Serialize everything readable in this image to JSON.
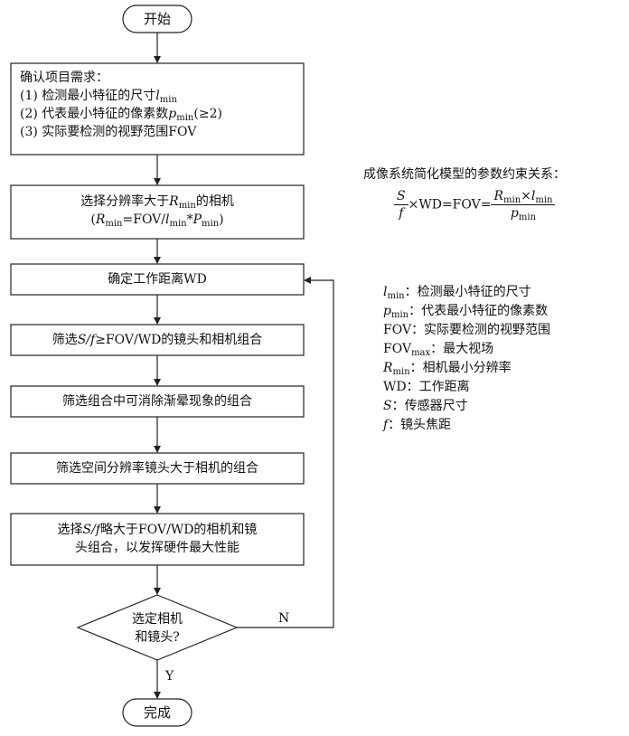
{
  "start_label": "开始",
  "end_label": "完成",
  "step1": {
    "title": "确认项目需求：",
    "item1_prefix": "(1) 检测最小特征的尺寸",
    "item1_var": "l",
    "item1_sub": "min",
    "item2_prefix": "(2) 代表最小特征的像素数",
    "item2_var": "p",
    "item2_sub": "min",
    "item2_suffix": "(≥2)",
    "item3": "(3) 实际要检测的视野范围FOV"
  },
  "step2": {
    "line1_prefix": "选择分辨率大于",
    "line1_var": "R",
    "line1_sub": "min",
    "line1_suffix": "的相机",
    "line2_open": "(",
    "line2_var1": "R",
    "line2_sub1": "min",
    "line2_mid": "=FOV/",
    "line2_var2": "l",
    "line2_sub2": "min",
    "line2_star": "*",
    "line2_var3": "P",
    "line2_sub3": "min",
    "line2_close": ")"
  },
  "step3": "确定工作距离WD",
  "step4": {
    "prefix": "筛选",
    "var": "S/f",
    "suffix": "≥FOV/WD的镜头和相机组合"
  },
  "step5": "筛选组合中可消除渐晕现象的组合",
  "step6": "筛选空间分辨率镜头大于相机的组合",
  "step7": {
    "prefix": "选择",
    "var": "S/f",
    "suffix": "略大于FOV/WD的相机和镜",
    "line2": "头组合，以发挥硬件最大性能"
  },
  "decision": {
    "line1": "选定相机",
    "line2": "和镜头?",
    "no_label": "N",
    "yes_label": "Y"
  },
  "model": {
    "title": "成像系统简化模型的参数约束关系：",
    "frac1_num": "S",
    "frac1_den": "f",
    "times": "×WD=FOV=",
    "frac2_num_var1": "R",
    "frac2_num_sub1": "min",
    "frac2_num_times": "×",
    "frac2_num_var2": "l",
    "frac2_num_sub2": "min",
    "frac2_den_var": "p",
    "frac2_den_sub": "min"
  },
  "legend": [
    {
      "var": "l",
      "sub": "min",
      "desc": "：检测最小特征的尺寸"
    },
    {
      "var": "p",
      "sub": "min",
      "desc": "：代表最小特征的像素数"
    },
    {
      "var": "FOV",
      "sub": "",
      "desc": "：实际要检测的视野范围"
    },
    {
      "var": "FOV",
      "sub": "max",
      "desc": "：最大视场"
    },
    {
      "var": "R",
      "sub": "min",
      "desc": "：相机最小分辨率"
    },
    {
      "var": "WD",
      "sub": "",
      "desc": "：工作距离"
    },
    {
      "var": "S",
      "sub": "",
      "desc": "：传感器尺寸"
    },
    {
      "var": "f",
      "sub": "",
      "desc": "：镜头焦距"
    }
  ]
}
